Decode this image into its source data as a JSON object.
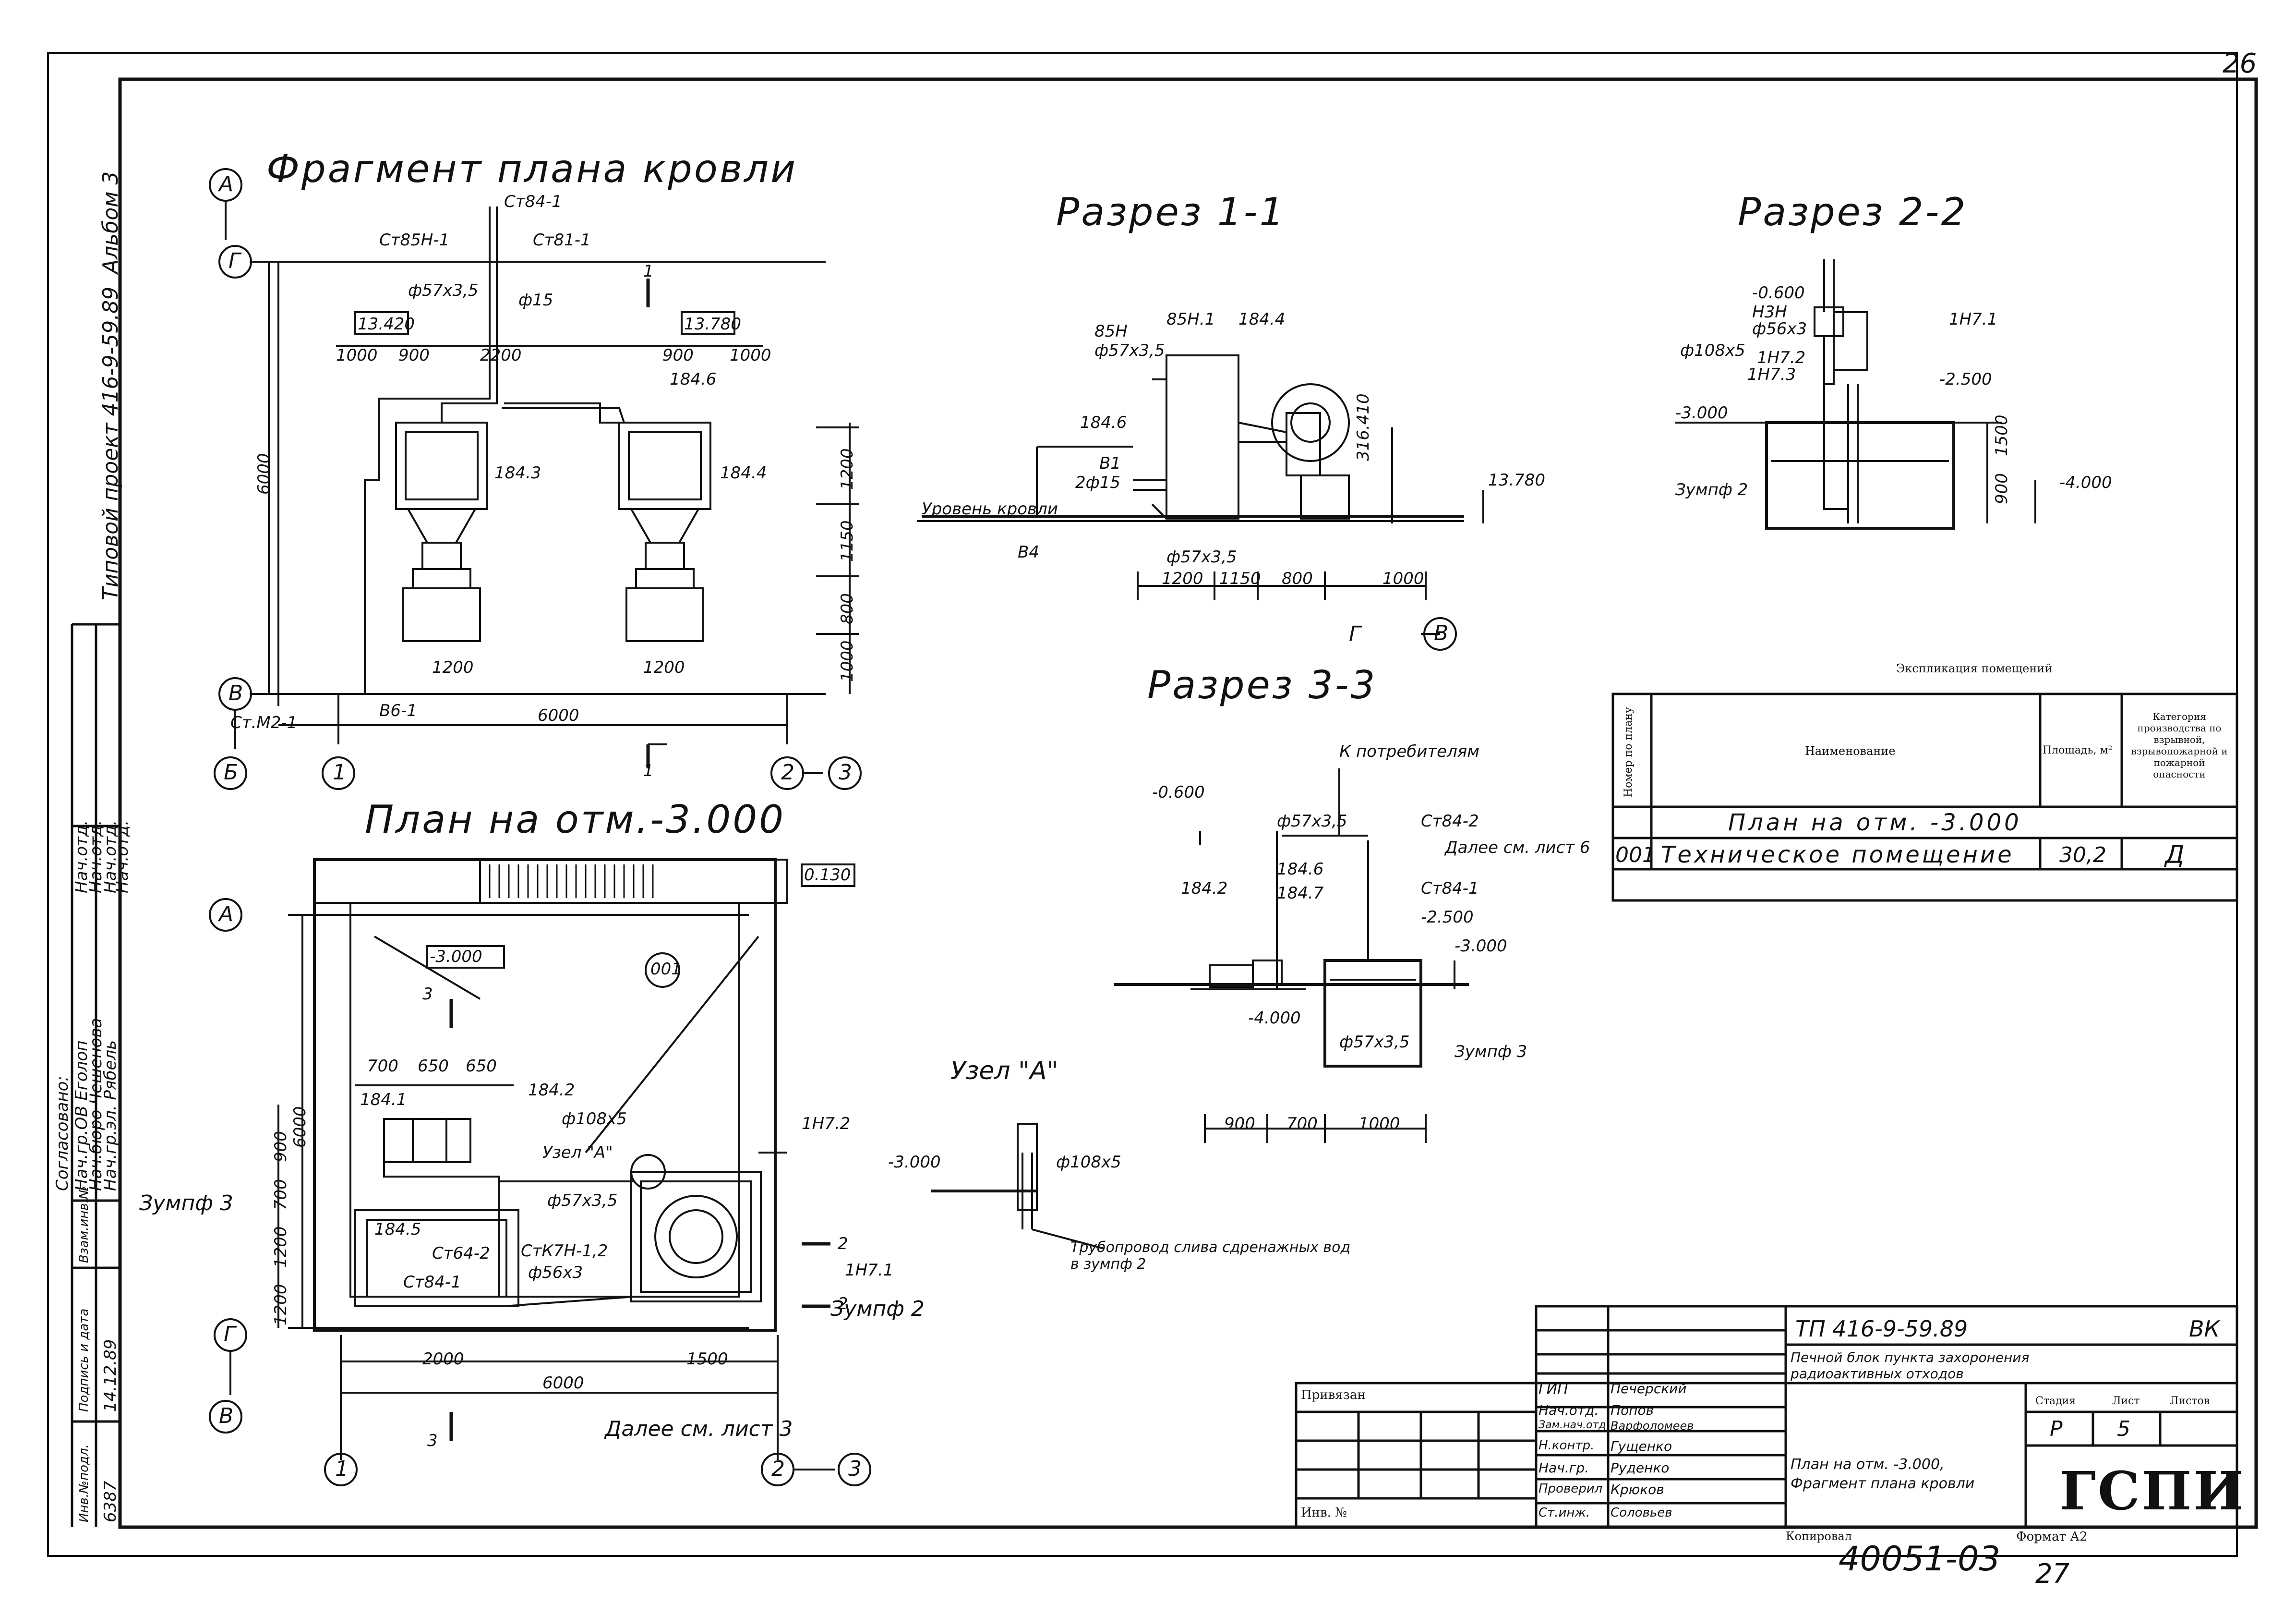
{
  "sheet_number": "26",
  "drawing_titles": {
    "roof_fragment": "Фрагмент плана кровли",
    "plan_minus3": "План на отм.-3.000",
    "section11": "Разрез 1-1",
    "section22": "Разрез 2-2",
    "section33": "Разрез 3-3",
    "node_a": "Узел \"А\""
  },
  "left_strip": {
    "album": "Альбом 3",
    "project": "Типовой проект 416-9-59.89",
    "agreed": "Согласовано:",
    "rows": [
      "Нач.гр.ОВ Еголоп",
      "Нач.бюро Чешенова",
      "Нач.гр.эл. Рябель"
    ],
    "rows2": [
      "Нач.отд.",
      "Нач.отд.",
      "Нач.отд.",
      "Нач.отд."
    ],
    "inv_orig": "Инв.№подл.",
    "inv_orig_val": "6387",
    "sign_date": "Подпись и дата",
    "sign_date_val": "14.12.89",
    "replace_inv": "Взам.инв.№"
  },
  "roof": {
    "axes": [
      "А",
      "Г",
      "В",
      "Б",
      "1",
      "2",
      "3"
    ],
    "labels": [
      "Ст85Н-1",
      "Ст84-1",
      "Ст81-1",
      "ф57х3,5",
      "ф15",
      "13.420",
      "13.780",
      "184.3",
      "184.4",
      "184.6",
      "Ст.М2-1",
      "В6-1",
      "1",
      "1"
    ],
    "dims_top": [
      "1000",
      "900",
      "2200",
      "900",
      "1000"
    ],
    "dims_right": [
      "1200",
      "1150",
      "800",
      "1000"
    ],
    "dims_bottom": [
      "1200",
      "1200",
      "6000"
    ],
    "dim_left": "6000"
  },
  "plan3": {
    "labels": [
      "-3.000",
      "001",
      "0.130",
      "184.1",
      "184.2",
      "184.5",
      "1Н7.2",
      "1Н7.1",
      "Ст64-2",
      "Ст84-1",
      "СтК7Н-1,2",
      "Узел \"А\"",
      "ф108х5",
      "ф57х3,5",
      "ф56х3",
      "Зумпф 3",
      "Зумпф 2",
      "Далее см. лист 3",
      "3",
      "3",
      "2",
      "2"
    ],
    "dims_top": [
      "700",
      "650",
      "650"
    ],
    "dims_left": [
      "1200",
      "1200",
      "700",
      "900"
    ],
    "dims_bottom": [
      "2000",
      "1500",
      "6000"
    ],
    "dim_left": "6000"
  },
  "sec11": {
    "labels": [
      "85Н",
      "85Н.1",
      "184.4",
      "184.6",
      "В1",
      "2ф15",
      "Уровень кровли",
      "В4",
      "ф57х3,5",
      "ф57х3,5",
      "13.780",
      "316.410"
    ],
    "dims": [
      "1200",
      "1150",
      "800",
      "1000"
    ],
    "axes": [
      "Г",
      "В"
    ]
  },
  "sec22": {
    "labels": [
      "-0.600",
      "Н3Н",
      "ф56х3",
      "1Н7.2",
      "1Н7.3",
      "1Н7.1",
      "ф108х5",
      "-3.000",
      "-2.500",
      "-4.000",
      "Зумпф 2"
    ],
    "dims": [
      "1500",
      "900"
    ]
  },
  "sec33": {
    "labels": [
      "К потребителям",
      "-0.600",
      "ф57х3,5",
      "Ст84-2",
      "Далее см. лист 6",
      "184.6",
      "184.7",
      "184.2",
      "Ст84-1",
      "-2.500",
      "-3.000",
      "-4.000",
      "ф57х3,5",
      "Зумпф 3"
    ],
    "dims": [
      "900",
      "700",
      "1000"
    ]
  },
  "node": {
    "labels": [
      "-3.000",
      "ф108х5",
      "Трубопровод слива сдренажных вод в зумпф 2"
    ]
  },
  "room_table": {
    "title": "Экспликация помещений",
    "headers": [
      "Номер по плану",
      "Наименование",
      "Площадь, м²",
      "Категория производства по взрывной, взрывопожарной и пожарной опасности"
    ],
    "section_row": "План на отм. -3.000",
    "rows": [
      {
        "num": "001",
        "name": "Техническое помещение",
        "area": "30,2",
        "cat": "Д"
      }
    ]
  },
  "title_block": {
    "tied": "Привязан",
    "inv_no": "Инв. №",
    "roles": [
      "ГИП",
      "Нач.отд.",
      "Зам.нач.отд.",
      "Н.контр.",
      "Нач.гр.",
      "Проверил",
      "Ст.инж."
    ],
    "names": [
      "Печерский",
      "Попов",
      "Варфоломеев",
      "Гущенко",
      "Руденко",
      "Крюков",
      "Соловьев"
    ],
    "project_code": "ТП 416-9-59.89",
    "mark": "ВК",
    "object_name": "Печной блок пункта захоронения радиоактивных отходов",
    "stage_h": "Стадия",
    "sheet_h": "Лист",
    "sheets_h": "Листов",
    "stage": "Р",
    "sheet": "5",
    "drawing_name": "План на отм. -3.000, Фрагмент плана кровли",
    "org": "ГСПИ",
    "copied": "Копировал",
    "format": "Формат А2",
    "archive_no": "40051-03",
    "page_no": "27"
  }
}
